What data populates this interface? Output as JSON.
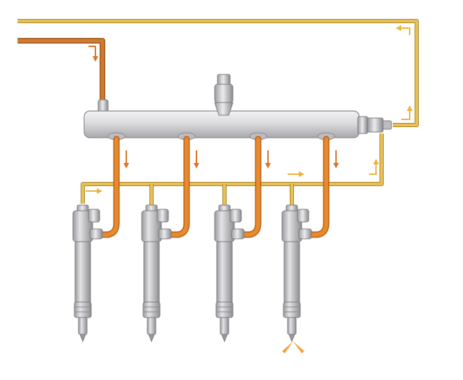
{
  "diagram": {
    "subject": "common-rail-fuel-injection-system",
    "injector_count": 4,
    "components": [
      {
        "id": "high-pressure-supply-line",
        "role": "fuel inlet from high-pressure pump"
      },
      {
        "id": "common-rail",
        "role": "fuel accumulator"
      },
      {
        "id": "pressure-relief-valve",
        "role": "rail top valve"
      },
      {
        "id": "rail-pressure-sensor",
        "role": "rail end fitting"
      },
      {
        "id": "return-line",
        "role": "leak-off fuel return"
      },
      {
        "id": "injector-1"
      },
      {
        "id": "injector-2"
      },
      {
        "id": "injector-3"
      },
      {
        "id": "injector-4"
      }
    ],
    "active_injector": 4,
    "colors": {
      "high_pressure": "#e8892b",
      "high_pressure_dark": "#b8601a",
      "supply_line": "#c9722f",
      "return_line": "#e9bf56",
      "return_line_dark": "#a88a2f",
      "rail_body": "#d9d9dc",
      "rail_outline": "#8a8a8e",
      "injector_body": "#c8c8cc",
      "arrow_high": "#d9752a",
      "arrow_return": "#f0b13a",
      "spray": "#f2a33a"
    }
  }
}
